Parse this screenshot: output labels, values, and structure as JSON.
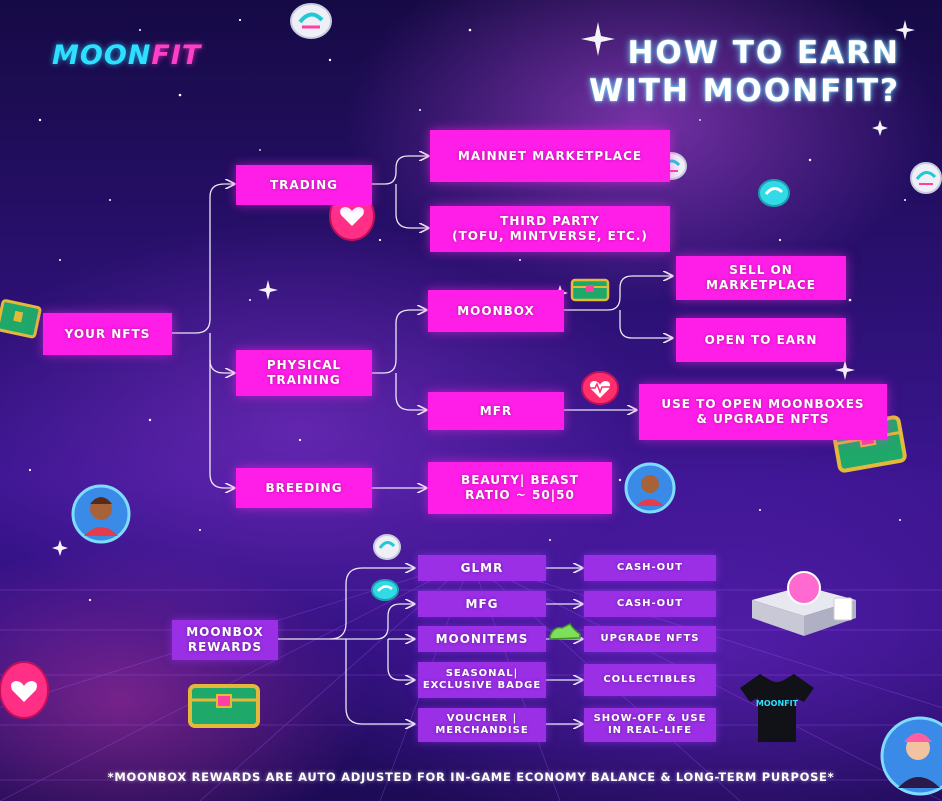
{
  "header": {
    "logo_main": "MOON",
    "logo_accent": "FIT",
    "title_line1": "HOW TO EARN",
    "title_line2": "WITH MOONFIT?"
  },
  "nodes": {
    "your_nfts": "YOUR NFTS",
    "trading": "TRADING",
    "physical_training": "PHYSICAL\nTRAINING",
    "breeding": "BREEDING",
    "mainnet_marketplace": "MAINNET MARKETPLACE",
    "third_party": "THIRD PARTY\n(TOFU, MINTVERSE, ETC.)",
    "moonbox": "MOONBOX",
    "mfr": "MFR",
    "sell_on_marketplace": "SELL ON\nMARKETPLACE",
    "open_to_earn": "OPEN TO EARN",
    "use_to_open": "USE TO OPEN MOONBOXES\n& UPGRADE NFTS",
    "beauty_beast": "BEAUTY| BEAST\nRATIO ~ 50|50",
    "moonbox_rewards": "MOONBOX\nREWARDS",
    "glmr": "GLMR",
    "mfg": "MFG",
    "moonitems": "MOONITEMS",
    "seasonal_badge": "SEASONAL|\nEXCLUSIVE BADGE",
    "voucher": "VOUCHER |\nMERCHANDISE",
    "cashout_1": "CASH-OUT",
    "cashout_2": "CASH-OUT",
    "upgrade_nfts": "UPGRADE NFTS",
    "collectibles": "COLLECTIBLES",
    "show_off": "SHOW-OFF & USE\nIN REAL-LIFE"
  },
  "footer": {
    "note": "*MOONBOX REWARDS ARE AUTO ADJUSTED FOR IN-GAME ECONOMY BALANCE & LONG-TERM PURPOSE*"
  },
  "colors": {
    "pink_box": "#ff1de8",
    "purple_box": "#9a2fe6",
    "connector": "#ffffff",
    "title_glow": "#7fe9ff"
  },
  "icons": [
    "moonfit-coin-icon",
    "heart-token-icon",
    "treasure-chest-icon",
    "sparkle-icon",
    "shoe-icon",
    "tshirt-icon",
    "mug-icon",
    "avatar-icon"
  ]
}
